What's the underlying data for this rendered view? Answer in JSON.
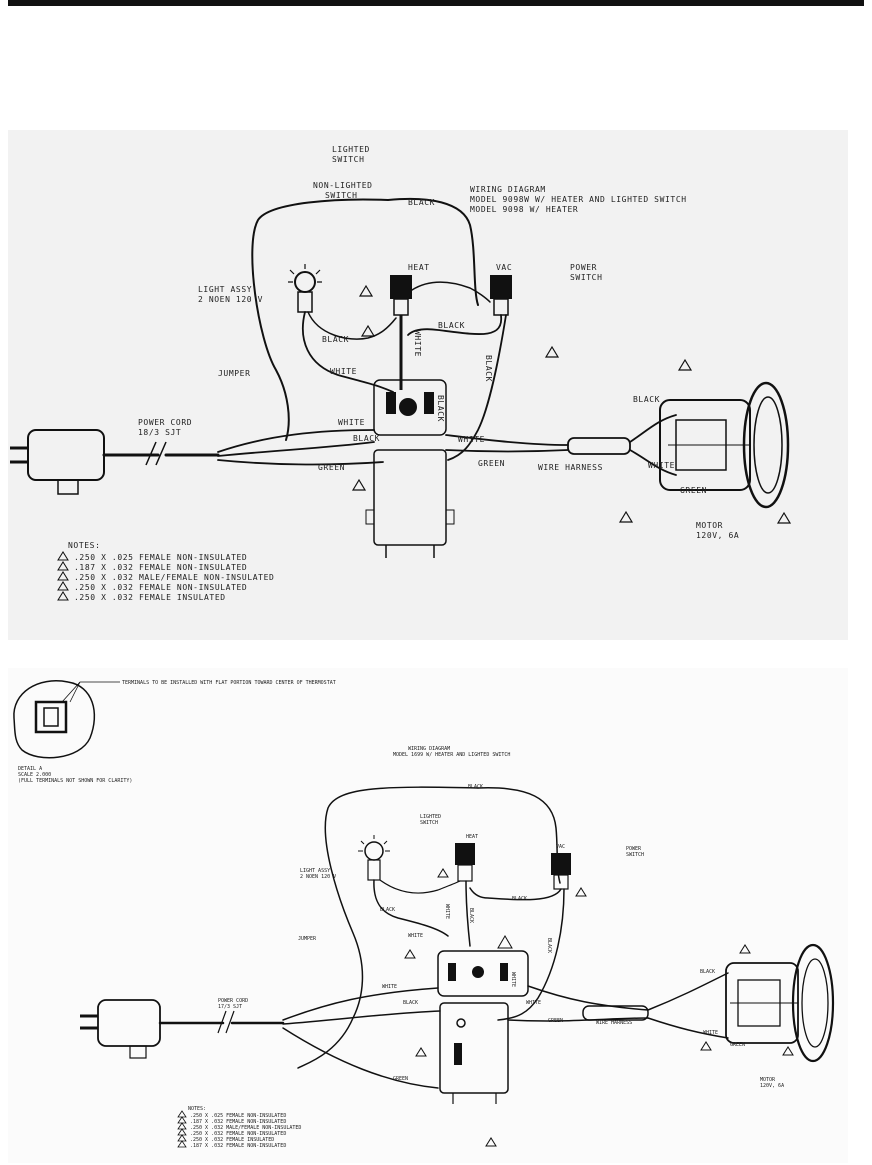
{
  "page": {
    "accent": "#111111"
  },
  "diagram1": {
    "title_lines": [
      "WIRING DIAGRAM",
      "MODEL 9098W W/ HEATER AND LIGHTED SWITCH",
      "MODEL 9098 W/ HEATER"
    ],
    "labels": {
      "lighted_switch": [
        "LIGHTED",
        "SWITCH"
      ],
      "non_lighted_switch": [
        "NON-LIGHTED",
        "SWITCH"
      ],
      "black_top": "BLACK",
      "heat": "HEAT",
      "vac": "VAC",
      "power_switch": [
        "POWER",
        "SWITCH"
      ],
      "light_assy": [
        "LIGHT ASSY",
        "2 NOEN 120 V"
      ],
      "black_left": "BLACK",
      "black_mid": "BLACK",
      "white_vertical": "WHITE",
      "jumper": "JUMPER",
      "white_left": "WHITE",
      "black_vertical": "BLACK",
      "black_right_vertical": "BLACK",
      "power_cord": [
        "POWER CORD",
        "18/3 SJT"
      ],
      "white_cord": "WHITE",
      "black_cord": "BLACK",
      "green_cord": "GREEN",
      "white_harness": "WHITE",
      "green_harness": "GREEN",
      "wire_harness": "WIRE HARNESS",
      "black_motor": "BLACK",
      "white_motor": "WHITE",
      "green_motor": "GREEN",
      "motor": [
        "MOTOR",
        "120V, 6A"
      ]
    },
    "notes_title": "NOTES:",
    "notes": [
      ".250 X .025 FEMALE NON-INSULATED",
      ".187 X .032 FEMALE NON-INSULATED",
      ".250 X .032 MALE/FEMALE NON-INSULATED",
      ".250 X .032 FEMALE NON-INSULATED",
      ".250 X .032 FEMALE INSULATED"
    ]
  },
  "diagram2": {
    "terminal_note": "TERMINALS TO BE INSTALLED WITH FLAT PORTION TOWARD CENTER OF THERMOSTAT",
    "detail_lines": [
      "DETAIL A",
      "SCALE 2.000",
      "(FULL TERMINALS NOT SHOWN FOR CLARITY)"
    ],
    "title_lines": [
      "WIRING DIAGRAM",
      "MODEL 1699 W/ HEATER AND LIGHTED SWITCH"
    ],
    "labels": {
      "black_top": "BLACK",
      "lighted_switch": [
        "LIGHTED",
        "SWITCH"
      ],
      "heat": "HEAT",
      "vac": "VAC",
      "power_switch": [
        "POWER",
        "SWITCH"
      ],
      "light_assy": [
        "LIGHT ASSY",
        "2 NOEN 120 V"
      ],
      "black_left": "BLACK",
      "white_vertical": "WHITE",
      "black_vertical": "BLACK",
      "black_mid": "BLACK",
      "jumper": "JUMPER",
      "white_mid": "WHITE",
      "black_right_vertical": "BLACK",
      "white_tstat": "WHITE",
      "power_cord": [
        "POWER CORD",
        "17/3 SJT"
      ],
      "white_cord": "WHITE",
      "black_cord": "BLACK",
      "white_harness": "WHITE",
      "green_harness": "GREEN",
      "wire_harness": "WIRE HARNESS",
      "green_cord": "GREEN",
      "black_motor": "BLACK",
      "white_motor": "WHITE",
      "green_motor": "GREEN",
      "motor": [
        "MOTOR",
        "120V, 6A"
      ]
    },
    "notes_title": "NOTES:",
    "notes": [
      ".250 X .025 FEMALE NON-INSULATED",
      ".187 X .032 FEMALE NON-INSULATED",
      ".250 X .032 MALE/FEMALE NON-INSULATED",
      ".250 X .032 FEMALE NON-INSULATED",
      ".250 X .032 FEMALE INSULATED",
      ".187 X .032 FEMALE NON-INSULATED"
    ]
  }
}
